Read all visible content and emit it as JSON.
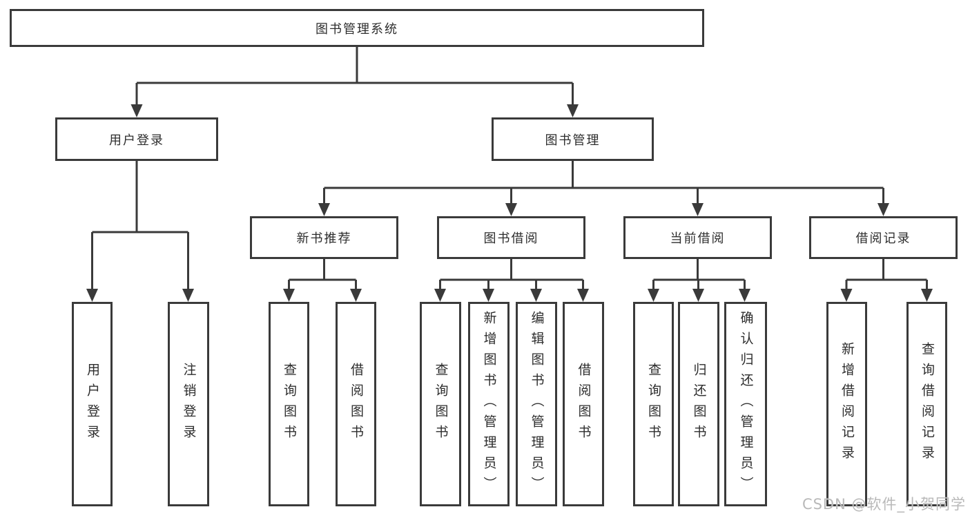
{
  "nodes": {
    "root": "图书管理系统",
    "user_login": "用户登录",
    "book_management": "图书管理",
    "new_book_recommendation": "新书推荐",
    "book_borrowing": "图书借阅",
    "current_borrowing": "当前借阅",
    "borrowing_records": "借阅记录",
    "leaf_user_login": "用户登录",
    "leaf_logout": "注销登录",
    "recommend_query_books": "查询图书",
    "recommend_borrow_books": "借阅图书",
    "borrowing_query_books": "查询图书",
    "borrowing_add_books": "新增图书（管理员）",
    "borrowing_edit_books": "编辑图书（管理员）",
    "borrowing_borrow_books": "借阅图书",
    "current_query_books": "查询图书",
    "current_return_books": "归还图书",
    "current_confirm_return": "确认归还（管理员）",
    "records_add_record": "新增借阅记录",
    "records_query_record": "查询借阅记录"
  },
  "structure": [
    {
      "parent": "图书管理系统",
      "children": [
        "用户登录",
        "图书管理"
      ]
    },
    {
      "parent": "用户登录",
      "children": [
        "用户登录",
        "注销登录"
      ]
    },
    {
      "parent": "图书管理",
      "children": [
        "新书推荐",
        "图书借阅",
        "当前借阅",
        "借阅记录"
      ]
    },
    {
      "parent": "新书推荐",
      "children": [
        "查询图书",
        "借阅图书"
      ]
    },
    {
      "parent": "图书借阅",
      "children": [
        "查询图书",
        "新增图书（管理员）",
        "编辑图书（管理员）",
        "借阅图书"
      ]
    },
    {
      "parent": "当前借阅",
      "children": [
        "查询图书",
        "归还图书",
        "确认归还（管理员）"
      ]
    },
    {
      "parent": "借阅记录",
      "children": [
        "新增借阅记录",
        "查询借阅记录"
      ]
    }
  ],
  "watermark": {
    "text": "CSDN @软件_小贺同学"
  },
  "colors": {
    "line": "#3a3a3a",
    "text": "#2d2d2d",
    "node_background": "#ffffff",
    "watermark": "#b9b9b9",
    "background": "#ffffff"
  }
}
